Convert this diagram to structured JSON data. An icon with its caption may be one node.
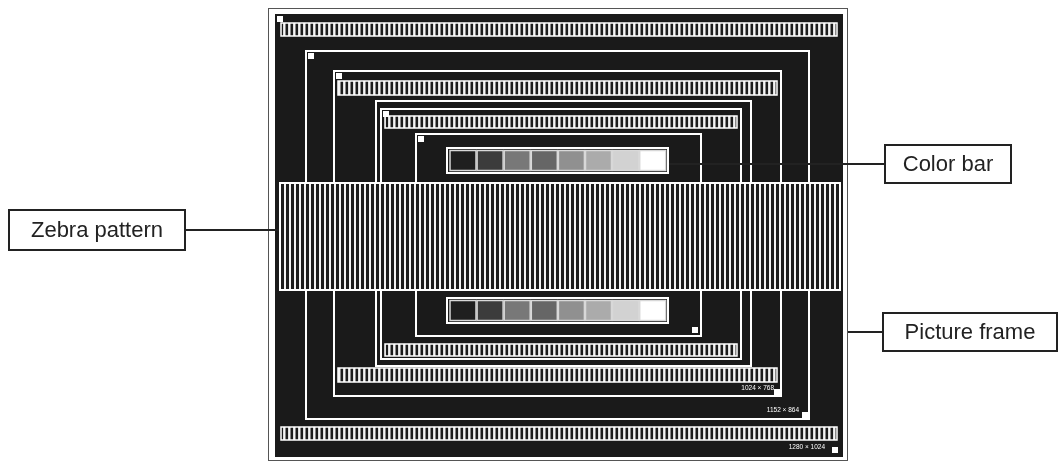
{
  "diagram": {
    "nodes": [
      {
        "text": [
          "Zebra pattern"
        ]
      },
      {
        "text": [],
        "shape": "box"
      },
      {
        "text": [],
        "shape": "bar",
        "in": 1
      },
      {
        "text": [],
        "shape": "bar",
        "in": 1
      },
      {
        "text": [],
        "shape": "bar",
        "in": 1
      },
      {
        "text": [
          "Color bar"
        ]
      },
      {
        "text": [
          "Picture frame"
        ]
      }
    ],
    "edges": [
      {
        "from": 0,
        "to": 3,
        "arrow": "none"
      },
      {
        "from": 5,
        "to": 2,
        "arrow": "none"
      },
      {
        "from": 6,
        "to": 1,
        "arrow": "none"
      }
    ],
    "labels": [
      "1024 × 768",
      "1152 × 864",
      "1280 × 1024"
    ]
  }
}
